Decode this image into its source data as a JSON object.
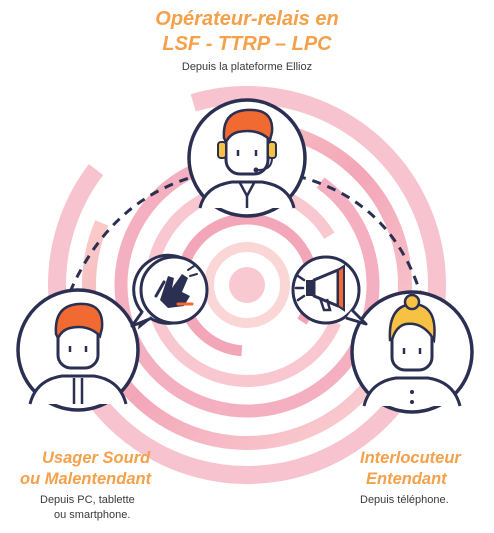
{
  "top": {
    "title_line1": "Opérateur-relais en",
    "title_line2": "LSF - TTRP – LPC",
    "subtitle": "Depuis la plateforme Ellioz"
  },
  "left": {
    "title_line1": "Usager Sourd",
    "title_line2": "ou Malentendant",
    "subtitle_line1": "Depuis PC, tablette",
    "subtitle_line2": "ou smartphone."
  },
  "right": {
    "title_line1": "Interlocuteur",
    "title_line2": "Entendant",
    "subtitle": "Depuis téléphone."
  },
  "colors": {
    "accent_orange": "#f5a04a",
    "hair_orange": "#f06a32",
    "hair_yellow": "#f7c243",
    "outline_navy": "#2b2f52",
    "ring_pink": "#f3a6b8",
    "ring_light": "#fbd6d6"
  },
  "icons": {
    "top_avatar": "operator-headset-icon",
    "left_avatar": "deaf-user-icon",
    "right_avatar": "hearing-person-icon",
    "left_bubble": "sign-language-hands-icon",
    "right_bubble": "megaphone-icon"
  }
}
